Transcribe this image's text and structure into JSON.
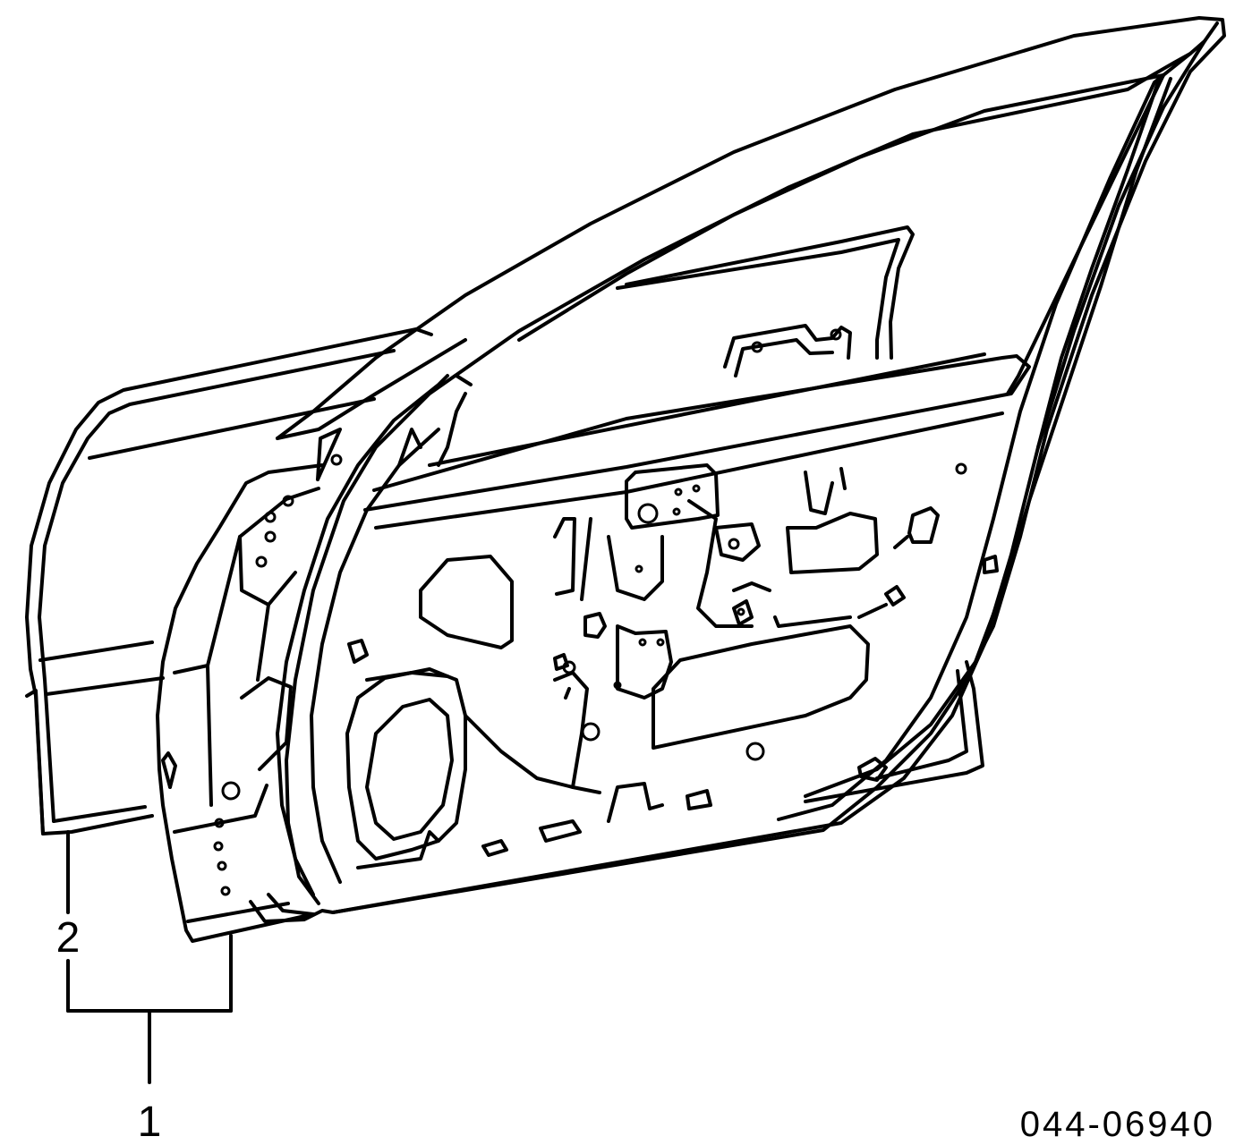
{
  "callouts": [
    {
      "id": "1",
      "text": "1"
    },
    {
      "id": "2",
      "text": "2"
    }
  ],
  "diagram_code": "044-06940",
  "colors": {
    "line": "#000000",
    "background": "#ffffff"
  }
}
